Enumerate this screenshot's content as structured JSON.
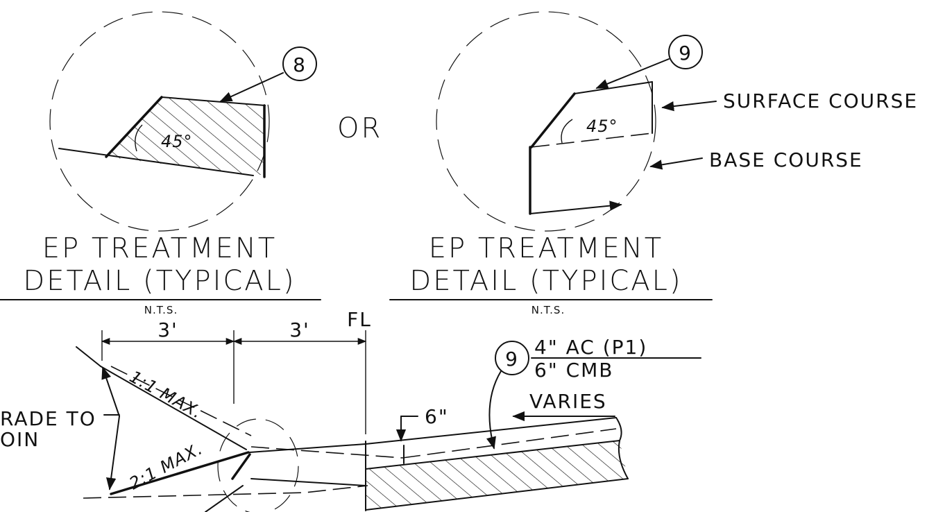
{
  "detail_left": {
    "callout": "8",
    "angle": "45°",
    "title_line1": "EP TREATMENT",
    "title_line2": "DETAIL (TYPICAL)",
    "scale": "N.T.S."
  },
  "separator": "OR",
  "detail_right": {
    "callout": "9",
    "angle": "45°",
    "label_top": "SURFACE COURSE",
    "label_bottom": "BASE COURSE",
    "title_line1": "EP TREATMENT",
    "title_line2": "DETAIL (TYPICAL)",
    "scale": "N.T.S."
  },
  "section": {
    "dim_left": "3'",
    "dim_right": "3'",
    "flowline": "FL",
    "slope_top": "1:1 MAX.",
    "slope_bottom": "2:1 MAX.",
    "note_line1": "RADE TO",
    "note_line2": "OIN",
    "depth": "6\"",
    "callout": "9",
    "pavement_top": "4\" AC (P1)",
    "pavement_bottom": "6\" CMB",
    "width": "VARIES"
  }
}
